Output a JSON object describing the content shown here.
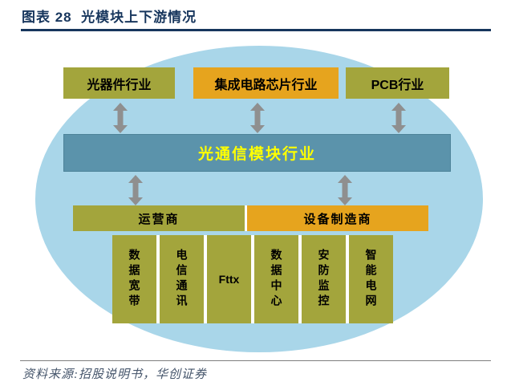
{
  "header": {
    "title": "图表 28  光模块上下游情况"
  },
  "diagram": {
    "upstream": [
      {
        "label": "光器件行业"
      },
      {
        "label": "集成电路芯片行业"
      },
      {
        "label": "PCB行业"
      }
    ],
    "core": {
      "label": "光通信模块行业"
    },
    "channels": [
      {
        "label": "运营商"
      },
      {
        "label": "设备制造商"
      }
    ],
    "applications": [
      {
        "label": "数据宽带"
      },
      {
        "label": "电信通讯"
      },
      {
        "label": "Fttx"
      },
      {
        "label": "数据中心"
      },
      {
        "label": "安防监控"
      },
      {
        "label": "智能电网"
      }
    ],
    "colors": {
      "olive": "#a3a53c",
      "gold": "#e6a41e",
      "core_band": "#5b93ab",
      "core_text": "#ffff00",
      "ellipse": "#a9d6e9",
      "arrow": "#8f8f8f",
      "title": "#17365d"
    }
  },
  "footer": {
    "source": "资料来源:招股说明书，华创证券"
  }
}
